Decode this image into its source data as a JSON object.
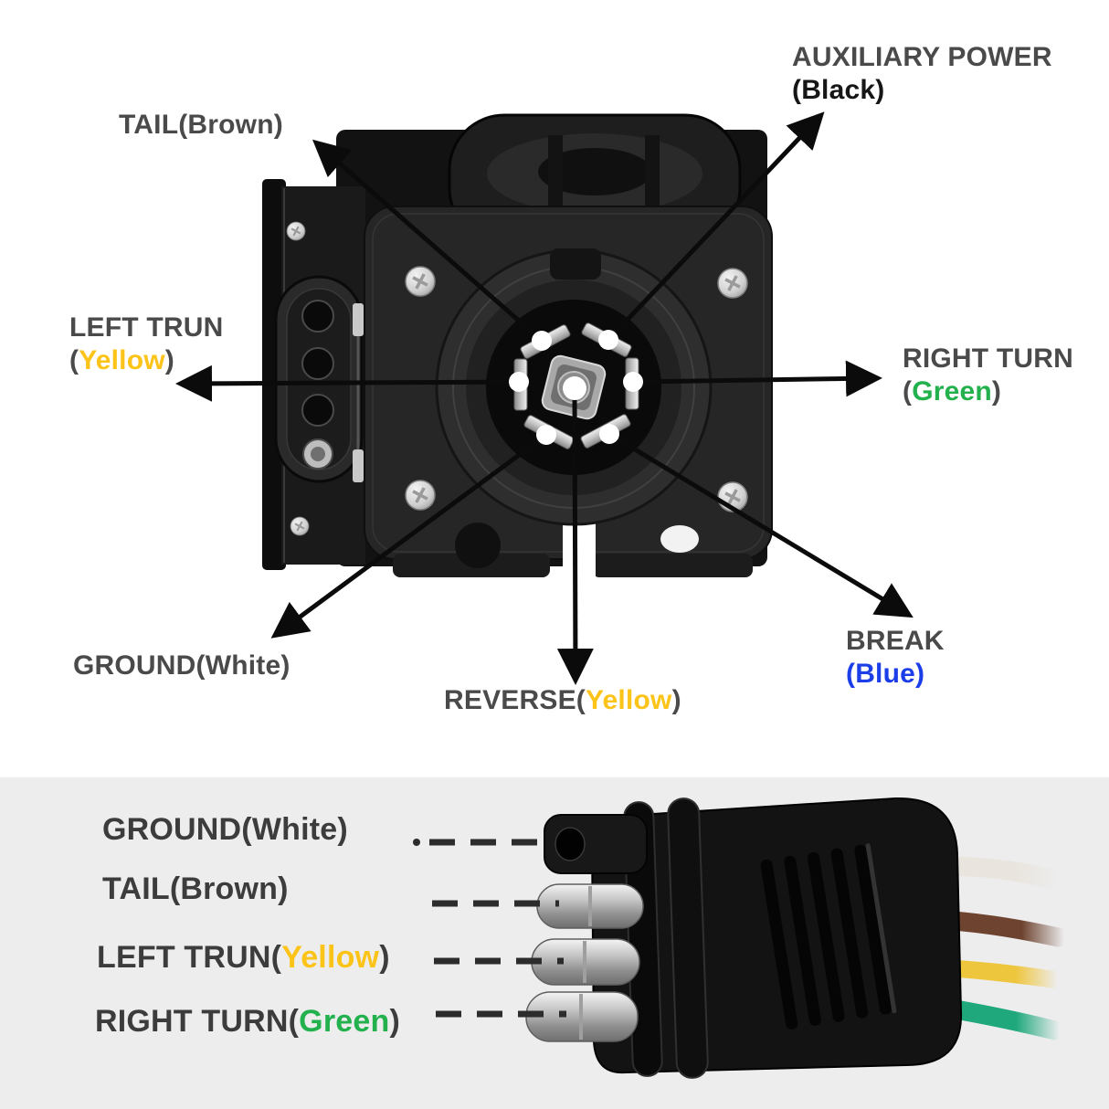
{
  "image_type": "trailer wiring connector annotated diagram",
  "colors": {
    "label-gray": "#4A4A4A",
    "label-dark": "#161616",
    "yellow": "#FCC419",
    "green": "#22B14C",
    "blue": "#1C3EE8",
    "panel-bg": "#EDEDEE",
    "arrow-black": "#0B0B0B",
    "wire-white": "#E9E5DE",
    "wire-brown": "#6E4430",
    "wire-yellow": "#EEC63E",
    "wire-green": "#1FA87C"
  },
  "top": {
    "tail": "TAIL(Brown)",
    "aux_line1": "AUXILIARY POWER",
    "aux_line2": "(Black)",
    "left_line1": "LEFT TRUN",
    "left_open": "(",
    "left_color_word": "Yellow",
    "left_close": ")",
    "right_line1": "RIGHT TURN",
    "right_open": "(",
    "right_color_word": "Green",
    "right_close": ")",
    "ground": "GROUND(White)",
    "reverse_pre": "REVERSE(",
    "reverse_color_word": "Yellow",
    "reverse_close": ")",
    "break_line1": "BREAK",
    "break_line2": "(Blue)"
  },
  "bottom": {
    "ground": "GROUND(White)",
    "tail": "TAIL(Brown)",
    "left_pre": "LEFT TRUN(",
    "left_color_word": "Yellow",
    "left_close": ")",
    "right_pre": "RIGHT TURN(",
    "right_color_word": "Green",
    "right_close": ")"
  }
}
